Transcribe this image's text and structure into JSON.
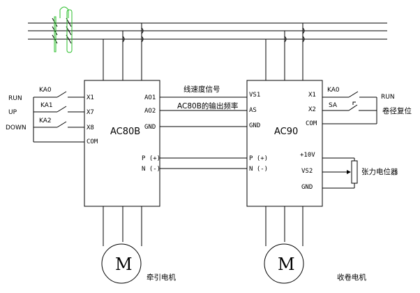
{
  "left_inputs": {
    "run": "RUN",
    "up": "UP",
    "down": "DOWN",
    "contacts": [
      "KA0",
      "KA1",
      "KA2"
    ]
  },
  "ac80b": {
    "name": "AC80B",
    "pins_left": [
      "X1",
      "X7",
      "X8",
      "COM"
    ],
    "pins_right": [
      "AO1",
      "AO2",
      "GND"
    ],
    "p_plus": "P (+)",
    "n_minus": "N (-)"
  },
  "ac90": {
    "name": "AC90",
    "pins_left": [
      "VS1",
      "AS",
      "GND"
    ],
    "pins_right": [
      "X1",
      "X2",
      "COM"
    ],
    "p_plus": "P (+)",
    "n_minus": "N (-)",
    "pot_pins": [
      "+10V",
      "VS2",
      "GND"
    ]
  },
  "signals": {
    "line_speed": "线速度信号",
    "output_freq": "AC80B的输出频率"
  },
  "right_inputs": {
    "run": "RUN",
    "contacts": [
      "KA0",
      "SA"
    ],
    "reset": "卷径复位"
  },
  "potentiometer": "张力电位器",
  "motors": {
    "symbol": "M",
    "traction": "牵引电机",
    "winding": "收卷电机"
  }
}
